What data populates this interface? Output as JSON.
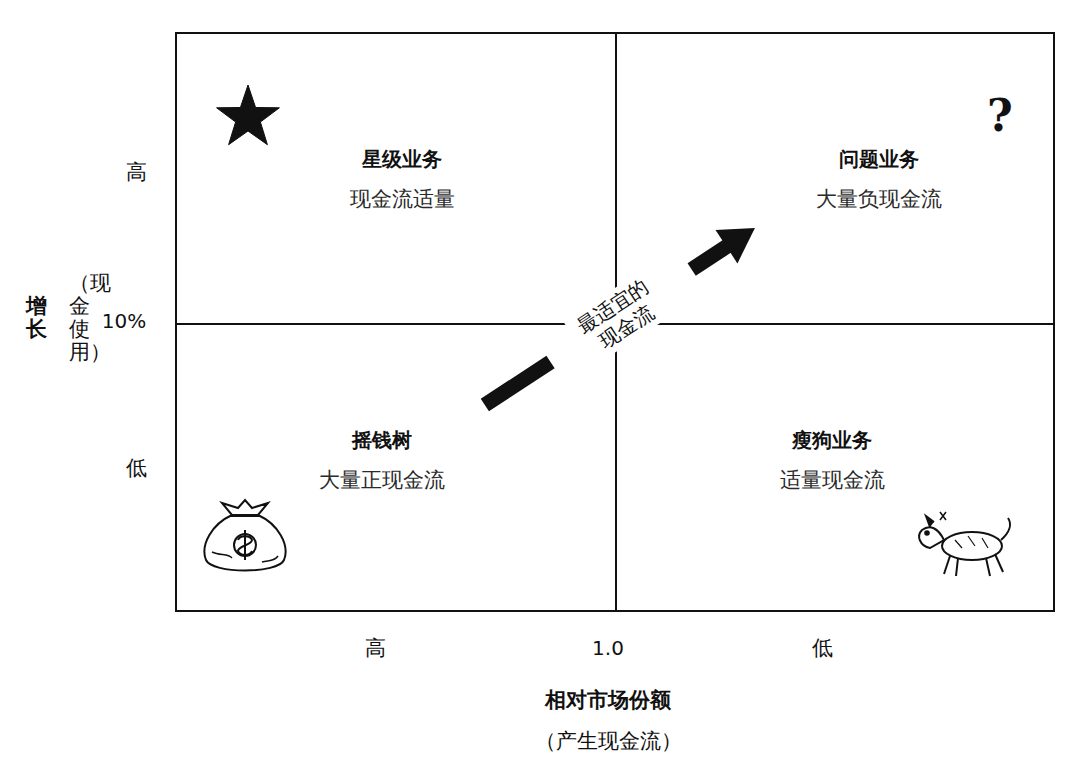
{
  "diagram": {
    "nodes": [
      {
        "text": [
          "星级业务",
          "现金流适量"
        ]
      },
      {
        "text": [
          "问题业务",
          "大量负现金流"
        ]
      },
      {
        "text": [
          "摇钱树",
          "大量正现金流"
        ]
      },
      {
        "text": [
          "瘦狗业务",
          "适量现金流"
        ]
      }
    ],
    "edges": [
      {
        "from": 2,
        "to": 1,
        "arrow": "to",
        "label": "最适宜的 现金流"
      }
    ],
    "labels": [
      "高",
      "10%",
      "低",
      "增长",
      "（现金使用）",
      "高",
      "1.0",
      "低",
      "相对市场份额",
      "（产生现金流）",
      "?"
    ]
  }
}
